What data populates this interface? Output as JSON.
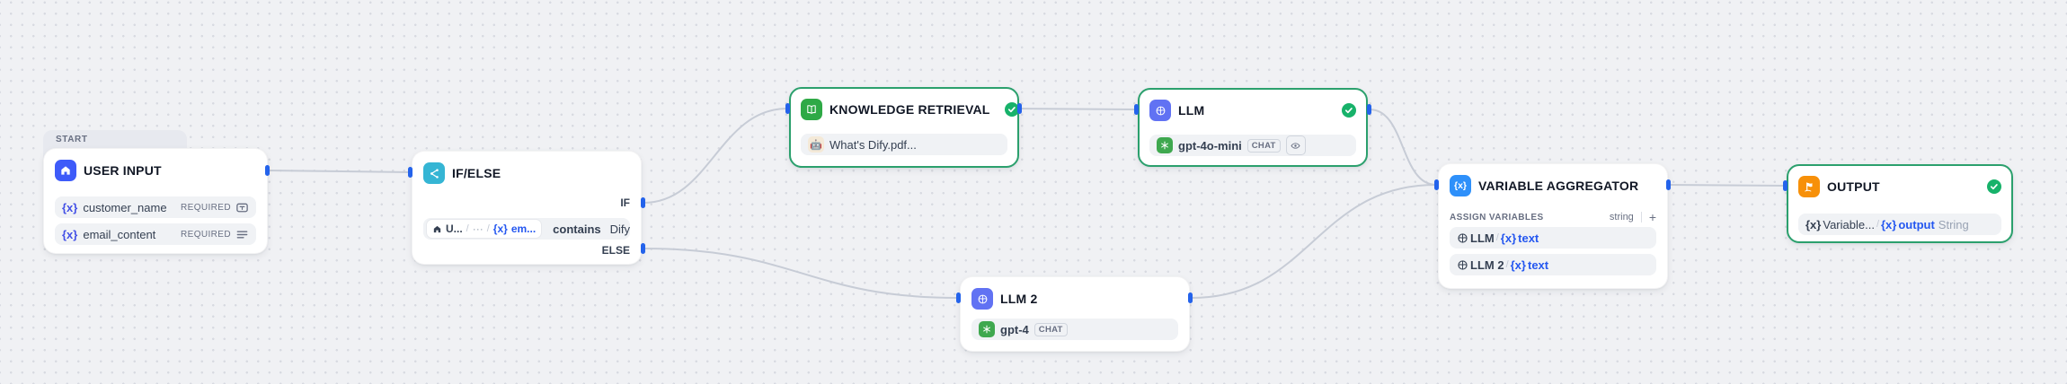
{
  "colors": {
    "accent_blue": "#2463eb",
    "success_green": "#17b26a",
    "node_border_green": "#2ba06d",
    "start_icon": "#3e5bf9",
    "ifelse_icon": "#35b5d4",
    "knowledge_icon": "#2ea946",
    "llm_icon": "#6172f3",
    "aggregator_icon": "#2e90fa",
    "output_icon": "#f79009",
    "openai_green": "#3fa84f",
    "link_blue": "#2457f0"
  },
  "ui": {
    "separator": "/",
    "divider": "|"
  },
  "nodes": {
    "user_input": {
      "group_label": "START",
      "title": "USER INPUT",
      "fields": [
        {
          "token": "{x}",
          "name": "customer_name",
          "required_label": "REQUIRED"
        },
        {
          "token": "{x}",
          "name": "email_content",
          "required_label": "REQUIRED"
        }
      ]
    },
    "if_else": {
      "title": "IF/ELSE",
      "branch_if_label": "IF",
      "branch_else_label": "ELSE",
      "condition": {
        "source_node": "U...",
        "path_dots": "···",
        "variable_token": "{x}",
        "variable_name": "em...",
        "operator": "contains",
        "value": "Dify"
      }
    },
    "knowledge_retrieval": {
      "title": "KNOWLEDGE RETRIEVAL",
      "dataset_emoji": "🤖",
      "dataset_name": "What's Dify.pdf..."
    },
    "llm": {
      "title": "LLM",
      "model_name": "gpt-4o-mini",
      "mode_badge": "CHAT"
    },
    "llm_2": {
      "title": "LLM 2",
      "model_name": "gpt-4",
      "mode_badge": "CHAT"
    },
    "variable_aggregator": {
      "title": "VARIABLE AGGREGATOR",
      "section_label": "ASSIGN VARIABLES",
      "output_type": "string",
      "add_button": "+",
      "variables": [
        {
          "source_node": "LLM",
          "token": "{x}",
          "variable_name": "text"
        },
        {
          "source_node": "LLM 2",
          "token": "{x}",
          "variable_name": "text"
        }
      ]
    },
    "output": {
      "title": "OUTPUT",
      "variable": {
        "source_token": "{x}",
        "source_name": "Variable...",
        "token": "{x}",
        "variable_name": "output",
        "type": "String"
      }
    }
  }
}
